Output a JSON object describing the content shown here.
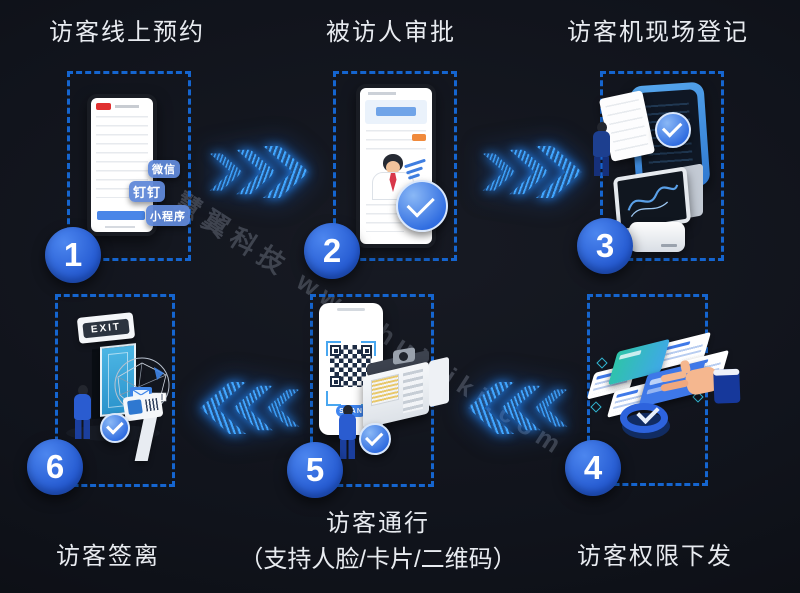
{
  "colors": {
    "background": "#10131b",
    "dashed_border": "#1565cf",
    "badge_blue": "#2b6ce2",
    "neon_arrow_blue": "#2f9dff",
    "tag_blue": "#6088d8",
    "text": "#e8ebf0"
  },
  "watermark": {
    "text": "慧翼科技 www.huiyikj.com"
  },
  "steps": [
    {
      "num": "1",
      "title": "访客线上预约",
      "tags": [
        "微信",
        "钉钉",
        "小程序"
      ]
    },
    {
      "num": "2",
      "title": "被访人审批"
    },
    {
      "num": "3",
      "title": "访客机现场登记"
    },
    {
      "num": "4",
      "title": "访客权限下发"
    },
    {
      "num": "5",
      "title": "访客通行",
      "subtitle": "（支持人脸/卡片/二维码）",
      "phone_button": "SCAN"
    },
    {
      "num": "6",
      "title": "访客签离",
      "exit_sign": "EXIT"
    }
  ]
}
